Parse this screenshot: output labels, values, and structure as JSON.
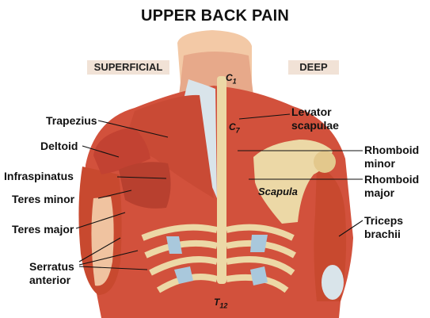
{
  "title": "UPPER BACK PAIN",
  "side_labels": {
    "left": "SUPERFICIAL",
    "right": "DEEP"
  },
  "vertebra_labels": {
    "c1": "C1",
    "c7": "C7",
    "t12": "T12"
  },
  "bone_label": "Scapula",
  "left_labels": {
    "trapezius": "Trapezius",
    "deltoid": "Deltoid",
    "infraspinatus": "Infraspinatus",
    "teres_minor": "Teres minor",
    "teres_major": "Teres major",
    "serratus_line1": "Serratus",
    "serratus_line2": "anterior"
  },
  "right_labels": {
    "levator_line1": "Levator",
    "levator_line2": "scapulae",
    "rhomboid_minor_line1": "Rhomboid",
    "rhomboid_minor_line2": "minor",
    "rhomboid_major_line1": "Rhomboid",
    "rhomboid_major_line2": "major",
    "triceps_line1": "Triceps",
    "triceps_line2": "brachii"
  },
  "colors": {
    "muscle": "#d2513c",
    "muscle_dark": "#a83a2b",
    "skin": "#f3c9a6",
    "bone": "#ecd8a6",
    "tendon": "#d9e4ea",
    "tag_bg": "#f1e2d6",
    "rib_gap": "#a9c8dc"
  }
}
